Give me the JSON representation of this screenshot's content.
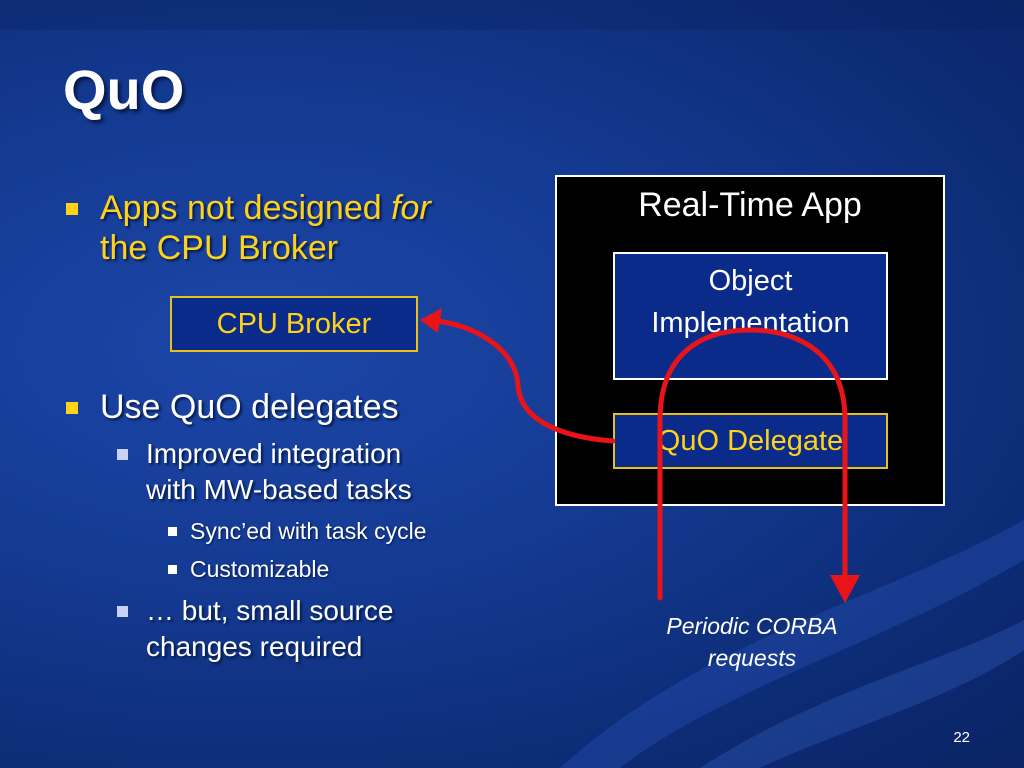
{
  "slide": {
    "title": "QuO",
    "page_number": "22"
  },
  "bullets": {
    "b1_line1_pre": "Apps not designed ",
    "b1_line1_em": "for",
    "b1_line2": "the CPU Broker",
    "b2": "Use QuO delegates",
    "b2_1_line1": "Improved integration",
    "b2_1_line2": "with MW-based tasks",
    "b2_1_1": "Sync’ed with task cycle",
    "b2_1_2": "Customizable",
    "b2_2_line1": "… but, small source",
    "b2_2_line2": "changes required"
  },
  "diagram": {
    "app_label": "Real-Time App",
    "object_impl_line1": "Object",
    "object_impl_line2": "Implementation",
    "quo_delegate": "QuO Delegate",
    "cpu_broker": "CPU Broker",
    "caption_line1": "Periodic CORBA",
    "caption_line2": "requests"
  },
  "colors": {
    "background": "#143a92",
    "accent_yellow": "#ffd21a",
    "arrow_red": "#e8141a",
    "box_fill": "#0b2b8a"
  }
}
